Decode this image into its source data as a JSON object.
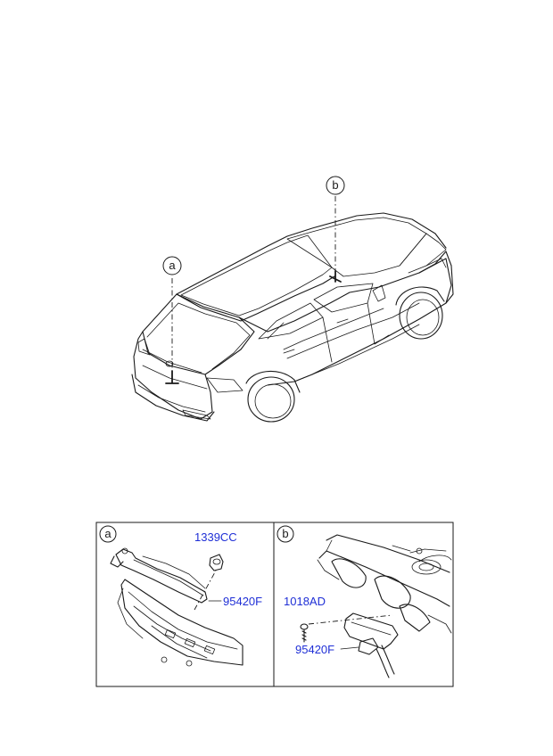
{
  "callouts": {
    "a": "a",
    "b": "b"
  },
  "panel_a": {
    "label": "a",
    "parts": {
      "clip": "1339CC",
      "harness": "95420F"
    }
  },
  "panel_b": {
    "label": "b",
    "parts": {
      "bolt": "1018AD",
      "module": "95420F"
    }
  },
  "colors": {
    "line": "#1a1a1a",
    "part_number": "#1f2fd6"
  }
}
